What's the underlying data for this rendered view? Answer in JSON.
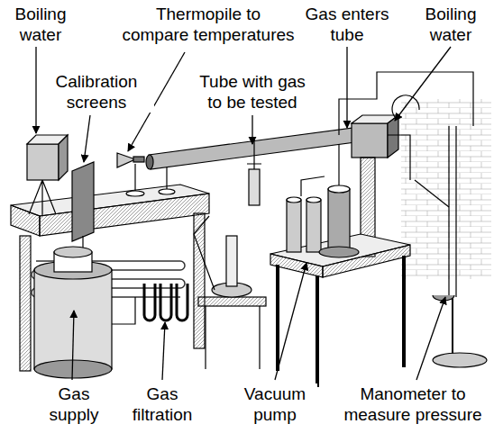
{
  "diagram": {
    "labels": [
      "Boiling water",
      "Thermopile to compare temperatures",
      "Gas enters tube",
      "Boiling water",
      "Calibration screens",
      "Tube with gas to be tested",
      "Gas supply",
      "Gas filtration",
      "Vacuum pump",
      "Manometer to measure pressure"
    ]
  }
}
